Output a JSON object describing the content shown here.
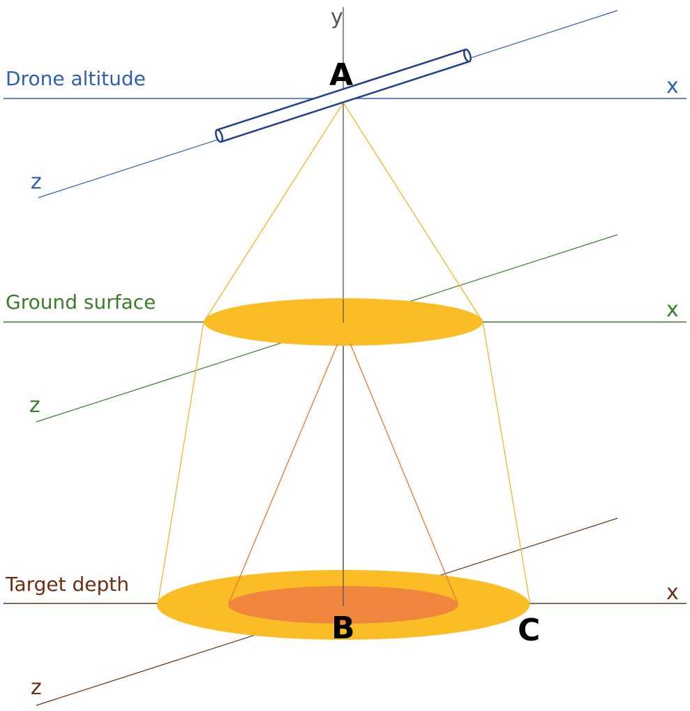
{
  "colors": {
    "drone": "#2e5fb3",
    "ground": "#3a7d2a",
    "target": "#6e2e10",
    "y_axis": "#555555",
    "cone_outer": "#f5b525",
    "cone_inner": "#e8772e",
    "disk_outer": "#fbbd25",
    "disk_inner": "#f0853d",
    "drone_body_fill": "#ffffff",
    "drone_body_stroke": "#1f3f8a"
  },
  "levels": {
    "drone": {
      "name": "Drone altitude",
      "x_label": "x",
      "z_label": "z"
    },
    "ground": {
      "name": "Ground surface",
      "x_label": "x",
      "z_label": "z"
    },
    "target": {
      "name": "Target depth",
      "x_label": "x",
      "z_label": "z"
    }
  },
  "y_axis_label": "y",
  "points": {
    "A": "A",
    "B": "B",
    "C": "C"
  }
}
